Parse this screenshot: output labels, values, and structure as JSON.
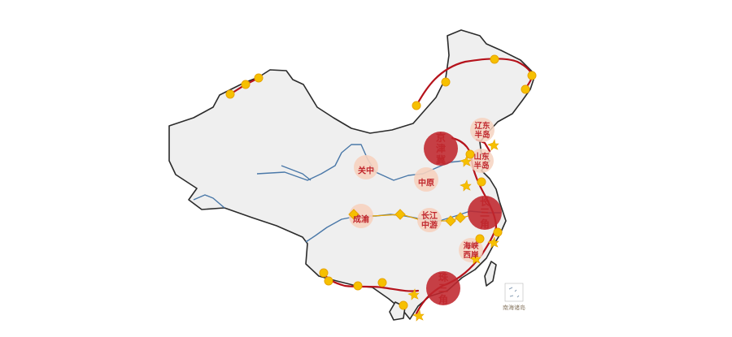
{
  "map": {
    "colors": {
      "land": "#efefef",
      "border": "#2b2b2b",
      "river": "#4a78a8",
      "route": "#b5121b",
      "node_fill": "#f6c000",
      "node_stroke": "#e7a400",
      "major_cluster": "#c0272d",
      "minor_cluster": "#f6d2bf",
      "label_text": "#c0272d"
    },
    "major_clusters": [
      {
        "id": "jingjinji",
        "label": "京津冀"
      },
      {
        "id": "changsanjiao",
        "label": "长三角"
      },
      {
        "id": "zhusanjiao",
        "label": "珠三角"
      }
    ],
    "minor_clusters": [
      {
        "id": "guanzhong",
        "label": "关中"
      },
      {
        "id": "zhongyuan",
        "label": "中原"
      },
      {
        "id": "chengyu",
        "label": "成渝"
      },
      {
        "id": "changjiang-zhongyou",
        "label": "长江中游"
      },
      {
        "id": "liaodong",
        "label": "辽东半岛"
      },
      {
        "id": "shandong",
        "label": "山东半岛"
      },
      {
        "id": "haixia",
        "label": "海峡西岸"
      }
    ],
    "inset": {
      "label": "南海诸岛",
      "icon": "south-china-sea-islands-icon"
    },
    "icons": {
      "node": "yellow-circle-node-icon",
      "port": "star-burst-port-icon",
      "inland_node": "yellow-diamond-node-icon"
    }
  }
}
